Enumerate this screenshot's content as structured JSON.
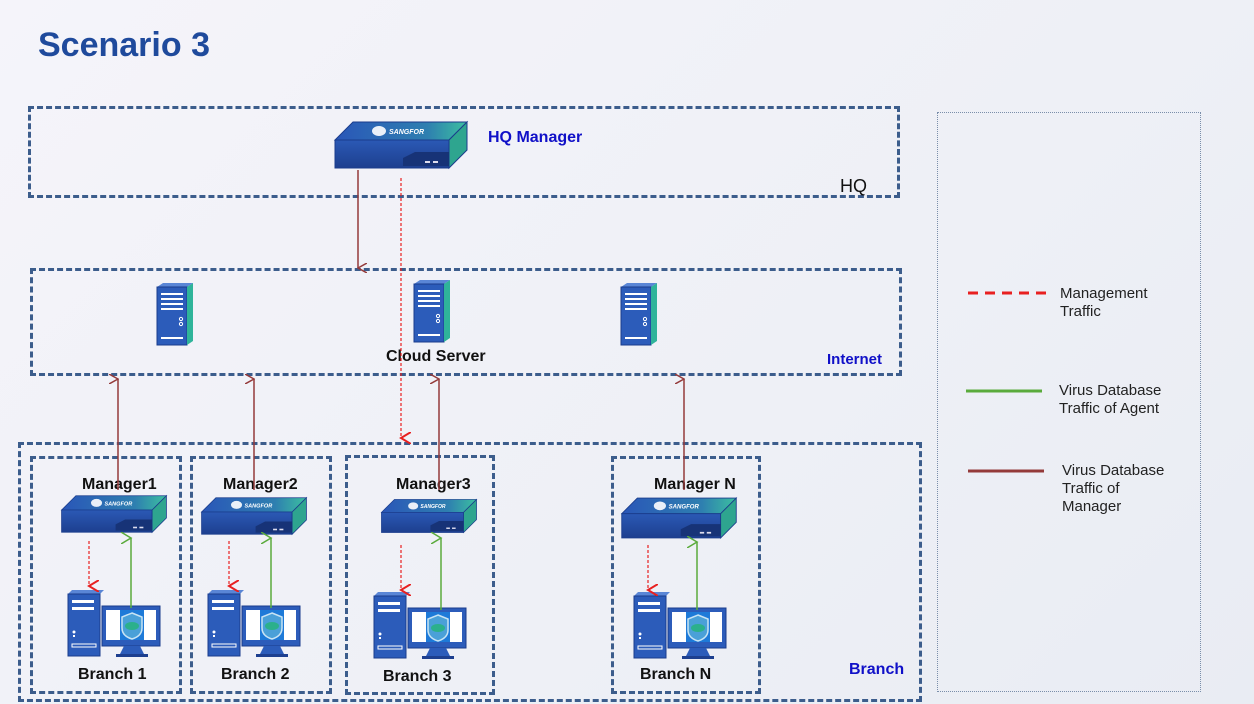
{
  "title": "Scenario 3",
  "zones": {
    "hq": {
      "label": "HQ",
      "device_label": "HQ Manager"
    },
    "internet": {
      "label": "Internet",
      "device_label": "Cloud Server"
    },
    "branch": {
      "label": "Branch"
    }
  },
  "branches": [
    {
      "manager": "Manager1",
      "name": "Branch 1"
    },
    {
      "manager": "Manager2",
      "name": "Branch 2"
    },
    {
      "manager": "Manager3",
      "name": "Branch 3"
    },
    {
      "manager": "Manager N",
      "name": "Branch N"
    }
  ],
  "device_brand": "SANGFOR",
  "legend": [
    {
      "line1": "Management",
      "line2": "Traffic",
      "line3": "",
      "color": "#e82020",
      "style": "dashed"
    },
    {
      "line1": "Virus Database",
      "line2": "Traffic of Agent",
      "line3": "",
      "color": "#5aab3c",
      "style": "solid"
    },
    {
      "line1": "Virus Database",
      "line2": "Traffic of",
      "line3": "Manager",
      "color": "#943a3a",
      "style": "solid"
    }
  ],
  "colors": {
    "title": "#1f4a9c",
    "zone_border": "#3c5d8c",
    "zone_label": "#1010c8",
    "management": "#e82020",
    "agent_traffic": "#5aab3c",
    "manager_traffic": "#943a3a"
  }
}
